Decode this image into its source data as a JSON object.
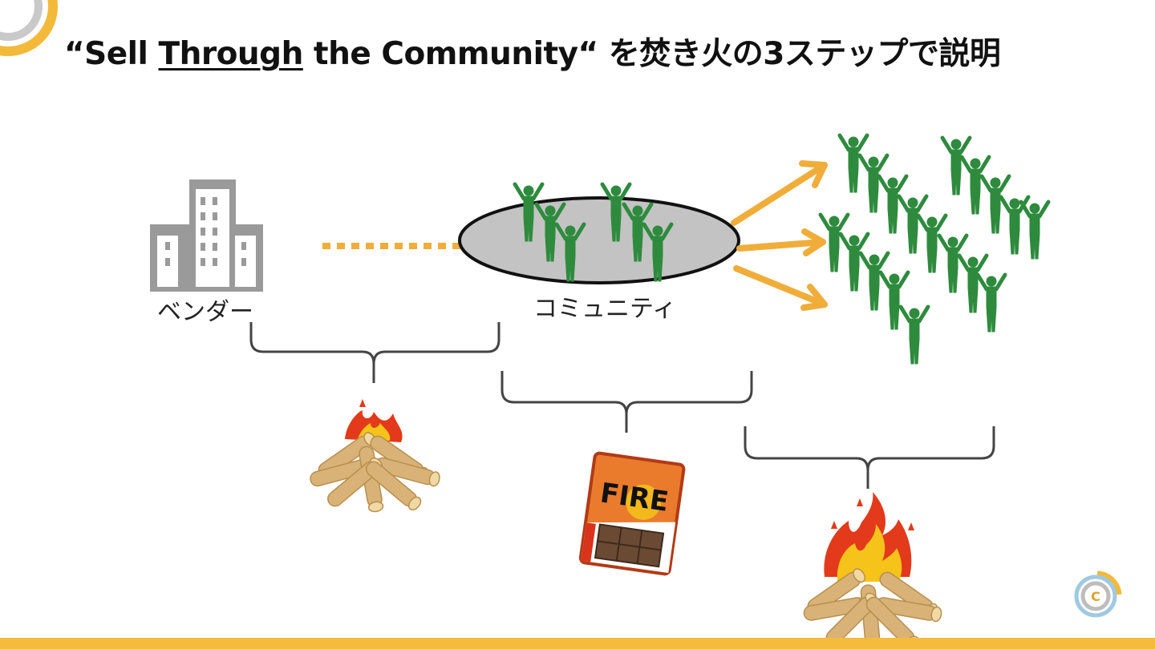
{
  "slide": {
    "title_open": "“Sell ",
    "title_underlined": "Through",
    "title_close": " the Community“ を焚き火の3ステップで説明",
    "logo_letter": "C"
  },
  "labels": {
    "vendor": "ベンダー",
    "community": "コミュニティ",
    "fire_box": "FIRE"
  },
  "icons": [
    "building-icon",
    "crowd-icon",
    "campfire-icon",
    "firestarter-box-icon",
    "bonfire-icon",
    "logo-icon"
  ],
  "colors": {
    "accent": "#f0ad3a",
    "people": "#2e8b3d",
    "community_ellipse": "#c3c3c3",
    "building": "#9a9a9a",
    "bracket": "#444444"
  }
}
